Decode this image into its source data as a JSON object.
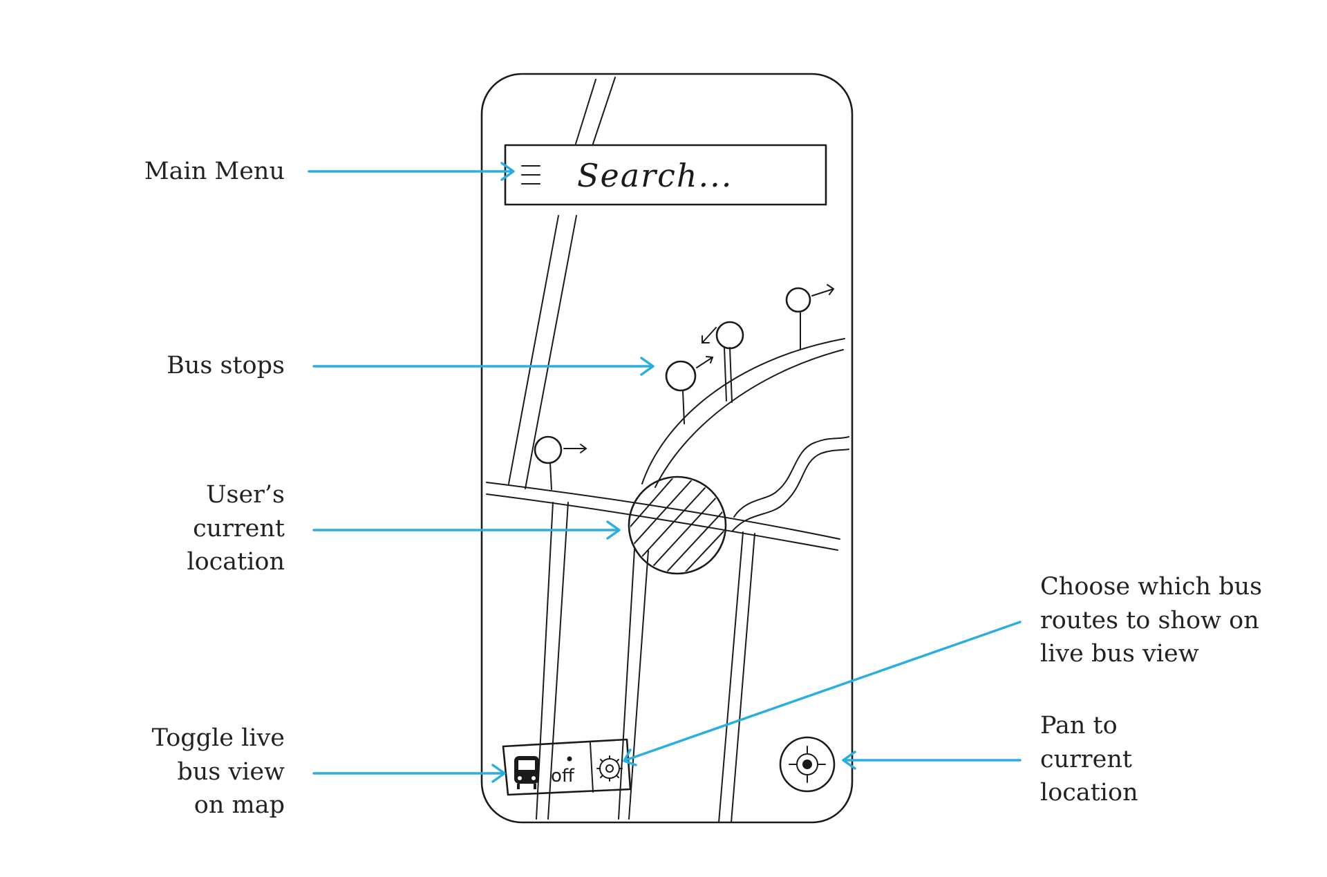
{
  "search": {
    "placeholder": "Search..."
  },
  "toggle": {
    "state": "off"
  },
  "annotations": {
    "main_menu": "Main Menu",
    "bus_stops": "Bus stops",
    "user_location": [
      "User’s",
      "current",
      "location"
    ],
    "toggle_live": [
      "Toggle live",
      "bus view",
      "on map"
    ],
    "choose_routes": [
      "Choose which bus",
      "routes to show on",
      "live bus view"
    ],
    "pan_location": [
      "Pan to",
      "current",
      "location"
    ]
  },
  "colors": {
    "annotation_arrow": "#2aaee0",
    "sketch": "#1a1a1a"
  },
  "icons": [
    "hamburger-menu-icon",
    "bus-icon",
    "gear-icon",
    "crosshair-icon",
    "bus-stop-pin-icon"
  ]
}
